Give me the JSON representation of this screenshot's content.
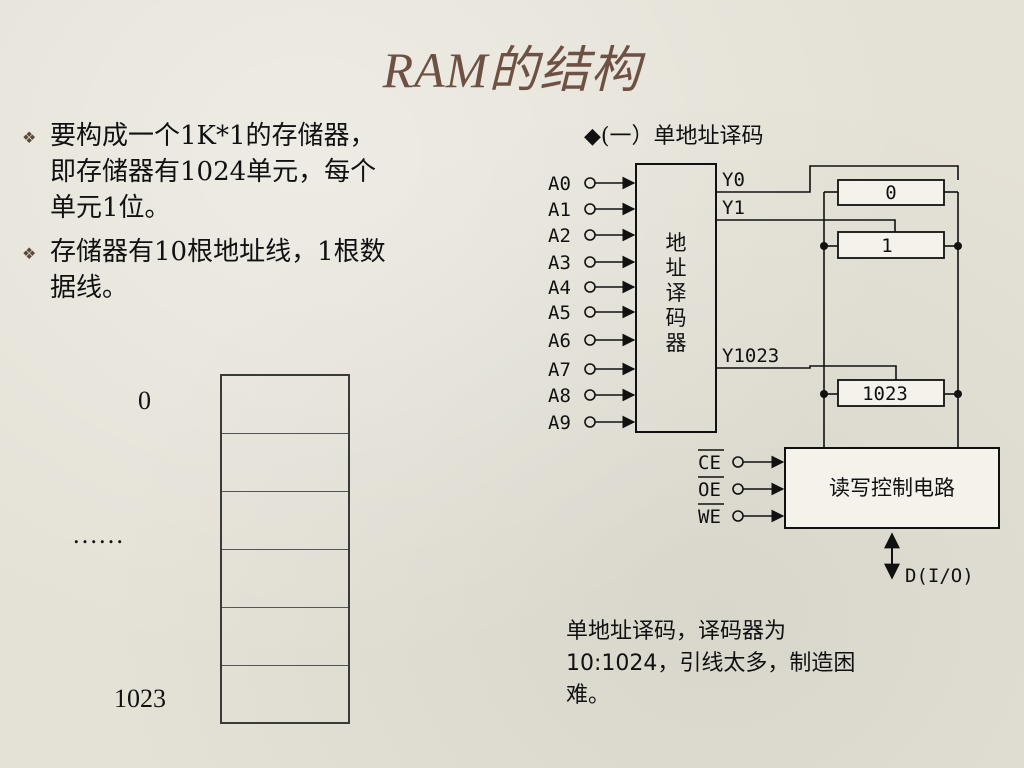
{
  "slide": {
    "title": "RAM的结构",
    "bullets": [
      "要构成一个1K*1的存储器，即存储器有1024单元，每个单元1位。",
      "存储器有10根地址线，1根数据线。"
    ]
  },
  "memory": {
    "top_label": "0",
    "middle_label": "……",
    "bottom_label": "1023"
  },
  "diagram": {
    "heading": "◆(一）单地址译码",
    "address_inputs": [
      "A0",
      "A1",
      "A2",
      "A3",
      "A4",
      "A5",
      "A6",
      "A7",
      "A8",
      "A9"
    ],
    "decoder_label": [
      "地",
      "址",
      "译",
      "码",
      "器"
    ],
    "decoder_outputs": [
      "Y0",
      "Y1",
      "Y1023"
    ],
    "cells": [
      "0",
      "1",
      "1023"
    ],
    "controls": [
      {
        "name": "CE",
        "overline": true
      },
      {
        "name": "OE",
        "overline": true
      },
      {
        "name": "WE",
        "overline": true
      }
    ],
    "rw_circuit_label": "读写控制电路",
    "data_line_label": "D(I/O)"
  },
  "caption": "单地址译码，译码器为10:1024，引线太多，制造困难。"
}
